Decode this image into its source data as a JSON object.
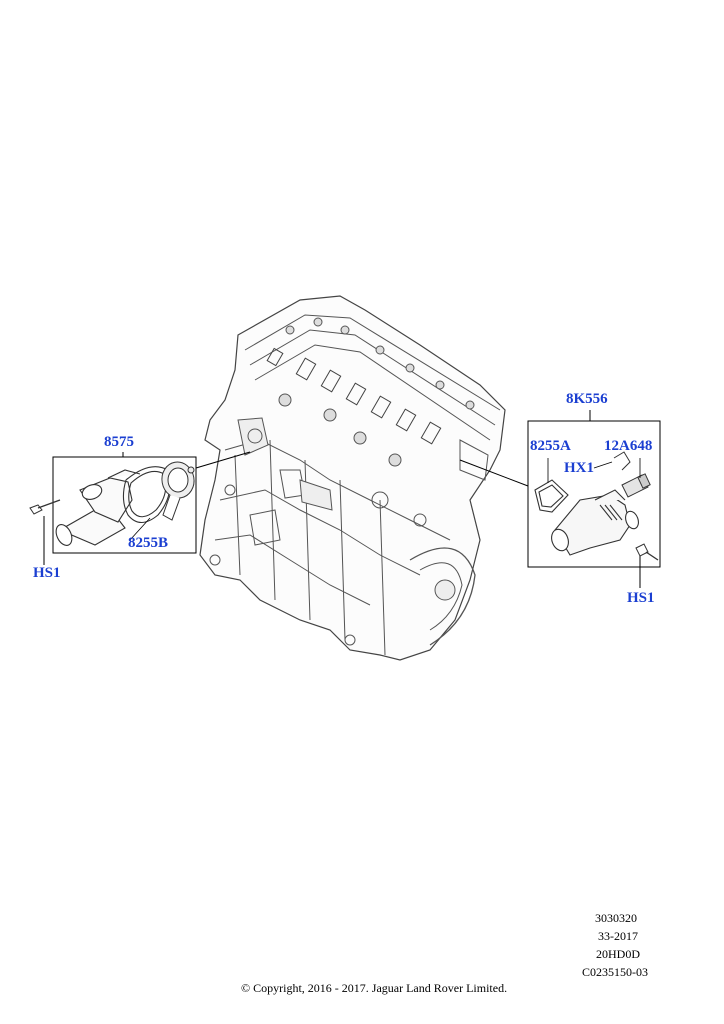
{
  "callouts": {
    "thermostat_housing": "8575",
    "gasket_b": "8255B",
    "bolt_left": "HS1",
    "outlet_kit": "8K556",
    "gasket_a": "8255A",
    "sensor": "12A648",
    "clip": "HX1",
    "bolt_right": "HS1"
  },
  "footer": {
    "ref1": "3030320",
    "ref2": "33-2017",
    "ref3": "20HD0D",
    "ref4": "C0235150-03",
    "copyright": "© Copyright, 2016 - 2017. Jaguar Land Rover Limited."
  },
  "colors": {
    "callout": "#1b3fd1",
    "line": "#000000",
    "drawing": "#444444"
  }
}
